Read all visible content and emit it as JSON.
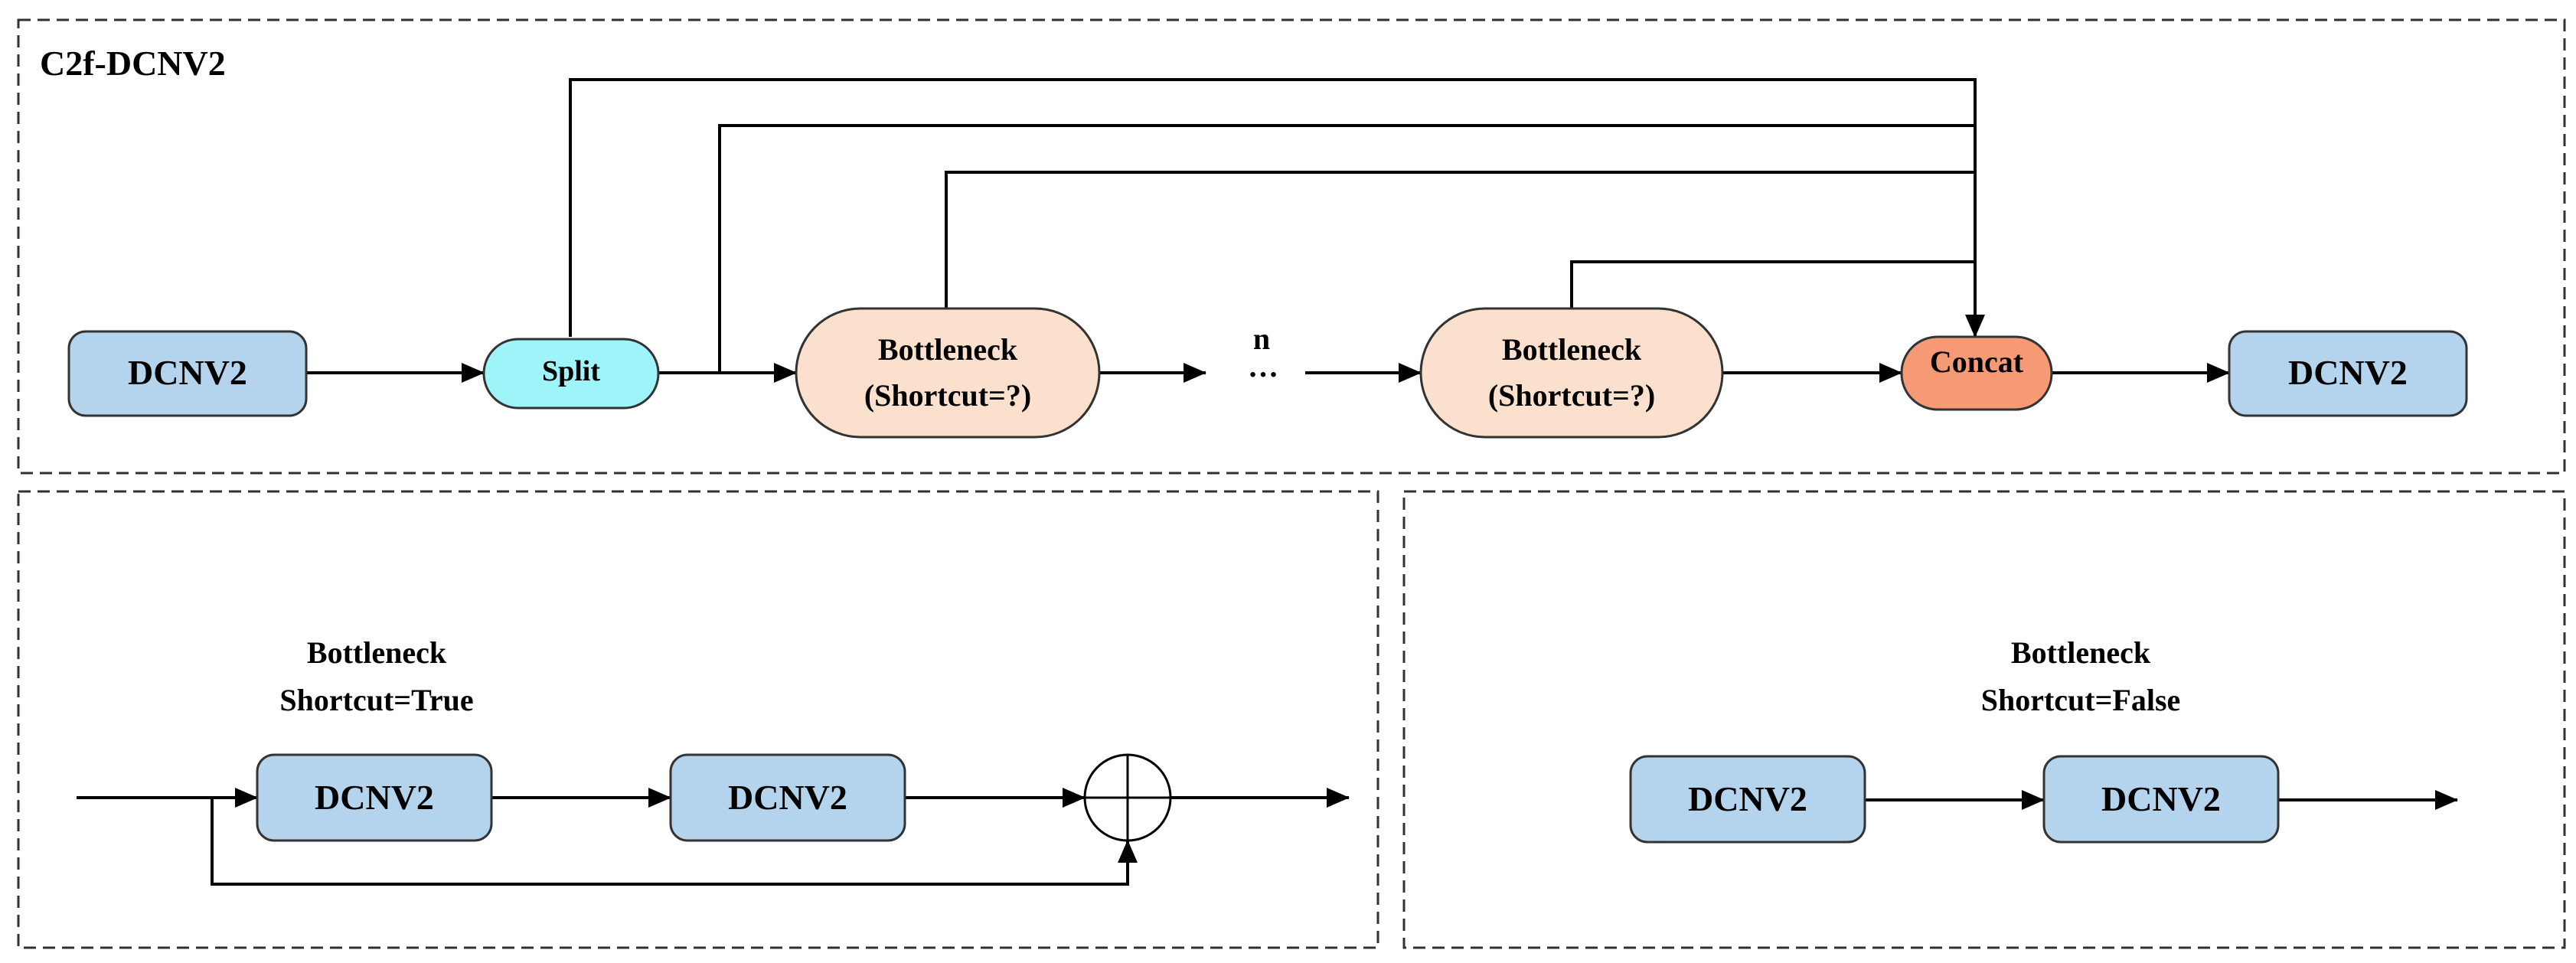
{
  "top_panel": {
    "title": "C2f-DCNV2",
    "input_node": "DCNV2",
    "split_node": "Split",
    "bottleneck_1": {
      "line1": "Bottleneck",
      "line2": "(Shortcut=?)"
    },
    "repeat_n": "n",
    "ellipsis": "…",
    "bottleneck_2": {
      "line1": "Bottleneck",
      "line2": "(Shortcut=?)"
    },
    "concat_node": "Concat",
    "output_node": "DCNV2"
  },
  "bottom_left_panel": {
    "title_line1": "Bottleneck",
    "title_line2": "Shortcut=True",
    "node_1": "DCNV2",
    "node_2": "DCNV2",
    "add_symbol": "⊕"
  },
  "bottom_right_panel": {
    "title_line1": "Bottleneck",
    "title_line2": "Shortcut=False",
    "node_1": "DCNV2",
    "node_2": "DCNV2"
  },
  "colors": {
    "dcnv2_fill": "#b4d4ee",
    "split_fill": "#9ff4fa",
    "bottleneck_fill": "#fbe1cd",
    "concat_fill": "#f69a76"
  }
}
